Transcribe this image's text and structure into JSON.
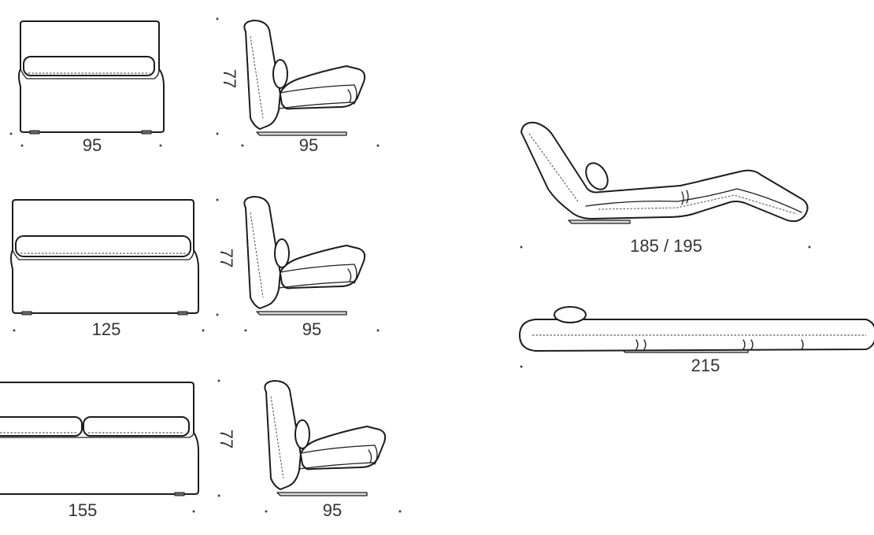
{
  "dimensions": {
    "armchair_95_front_width": "95",
    "armchair_95_side_height": "77",
    "armchair_95_side_depth": "95",
    "sofa_125_front_width": "125",
    "sofa_125_side_height": "77",
    "sofa_125_side_depth": "95",
    "sofa_155_front_width": "155",
    "sofa_155_side_height": "77",
    "sofa_155_side_depth": "95",
    "recliner_length": "185 / 195",
    "flat_bed_length": "215"
  }
}
